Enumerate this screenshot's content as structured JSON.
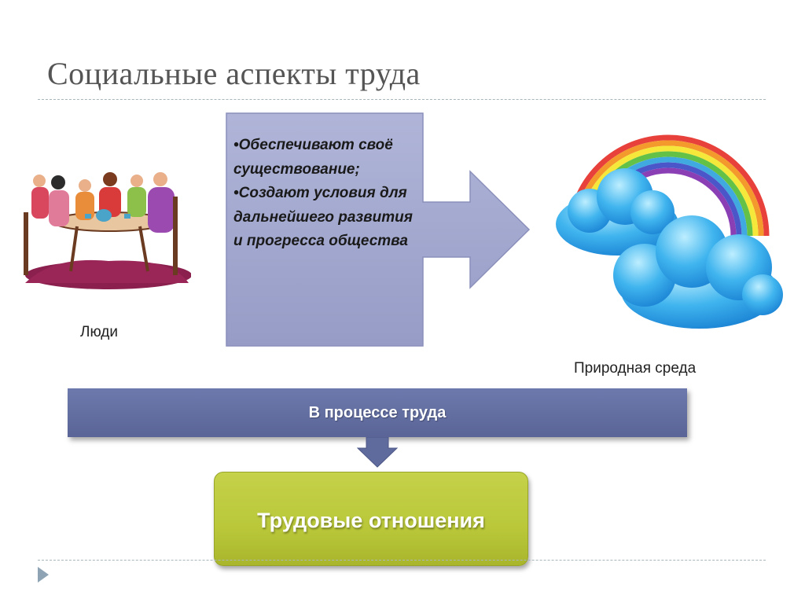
{
  "slide": {
    "title": "Социальные аспекты  труда"
  },
  "people": {
    "label": "Люди",
    "image_icon": "people-at-table-illustration"
  },
  "arrow": {
    "items": [
      "•Обеспечивают своё существование;",
      "•Создают условия для дальнейшего развития и прогресса общества"
    ]
  },
  "nature": {
    "label": "Природная среда",
    "image_icon": "rainbow-clouds-illustration"
  },
  "process": {
    "label": "В процессе труда"
  },
  "result": {
    "label": "Трудовые отношения"
  },
  "colors": {
    "arrow_fill": "#a3a9cf",
    "process_bar": "#5f6a9d",
    "result_box": "#b9c739",
    "title_text": "#555555"
  }
}
